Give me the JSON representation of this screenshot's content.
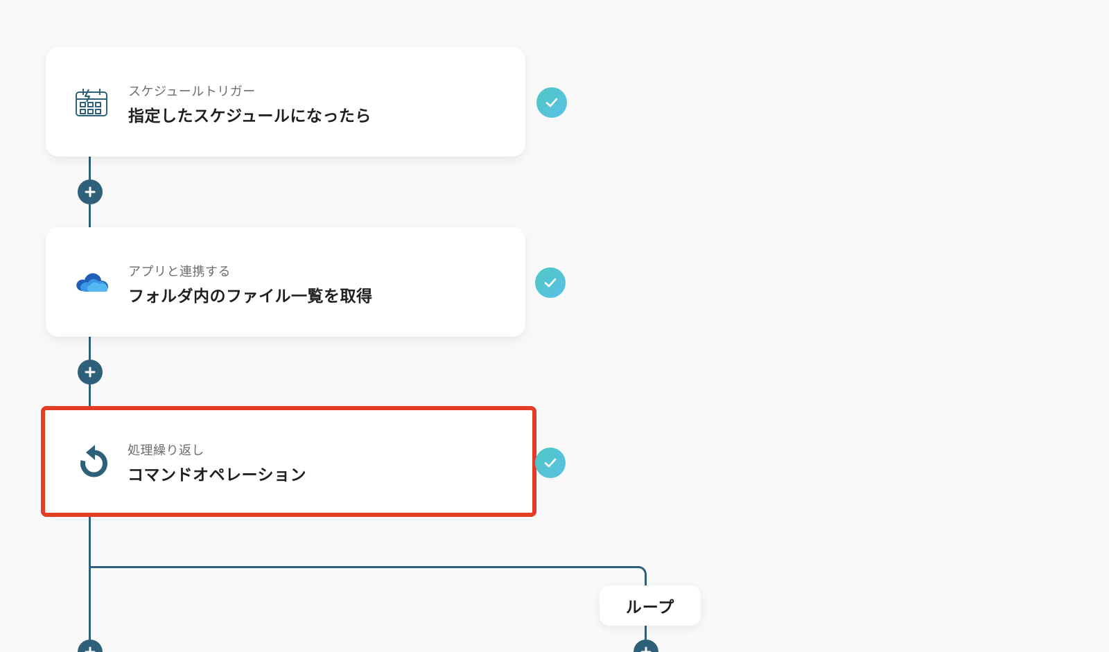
{
  "steps": [
    {
      "caption": "スケジュールトリガー",
      "title": "指定したスケジュールになったら",
      "icon": "schedule-trigger-icon",
      "status": "completed"
    },
    {
      "caption": "アプリと連携する",
      "title": "フォルダ内のファイル一覧を取得",
      "icon": "onedrive-cloud-icon",
      "status": "completed"
    },
    {
      "caption": "処理繰り返し",
      "title": "コマンドオペレーション",
      "icon": "loop-repeat-icon",
      "status": "completed"
    }
  ],
  "branch": {
    "loop_label": "ループ"
  },
  "colors": {
    "connector": "#2f6079",
    "check_gradient_start": "#4ec9c3",
    "check_gradient_end": "#5bbfe6",
    "highlight": "#e53d25"
  }
}
